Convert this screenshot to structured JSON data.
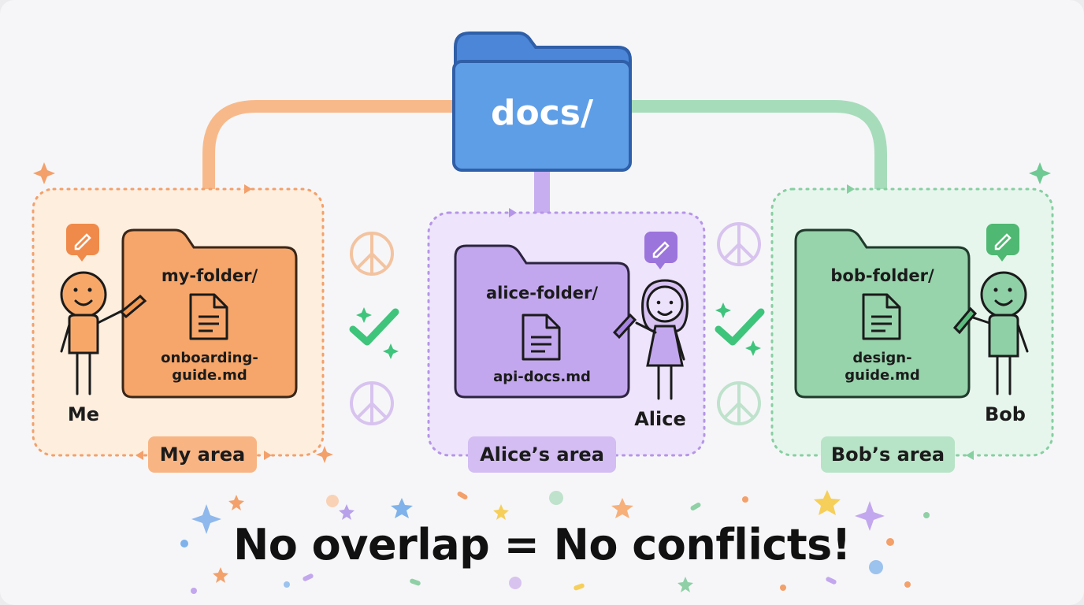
{
  "root_folder": {
    "label": "docs/"
  },
  "areas": [
    {
      "key": "me",
      "folder": "my-folder/",
      "file_lines": [
        "onboarding-",
        "guide.md"
      ],
      "person": "Me",
      "area_label": "My area",
      "color": "#f5a46a"
    },
    {
      "key": "alice",
      "folder": "alice-folder/",
      "file_lines": [
        "api-docs.md"
      ],
      "person": "Alice",
      "area_label": "Alice’s area",
      "color": "#c2a6ec"
    },
    {
      "key": "bob",
      "folder": "bob-folder/",
      "file_lines": [
        "design-",
        "guide.md"
      ],
      "person": "Bob",
      "area_label": "Bob’s area",
      "color": "#95d5ad"
    }
  ],
  "headline": "No overlap = No conflicts!",
  "icons": [
    "folder-icon",
    "document-icon",
    "edit-icon",
    "peace-icon",
    "checkmark-icon",
    "sparkle-icon",
    "pencil-icon"
  ],
  "colors": {
    "orange": "#f5a46a",
    "purple": "#c2a6ec",
    "green": "#95d5ad",
    "blue": "#5a9be6",
    "check": "#3fc47c"
  }
}
